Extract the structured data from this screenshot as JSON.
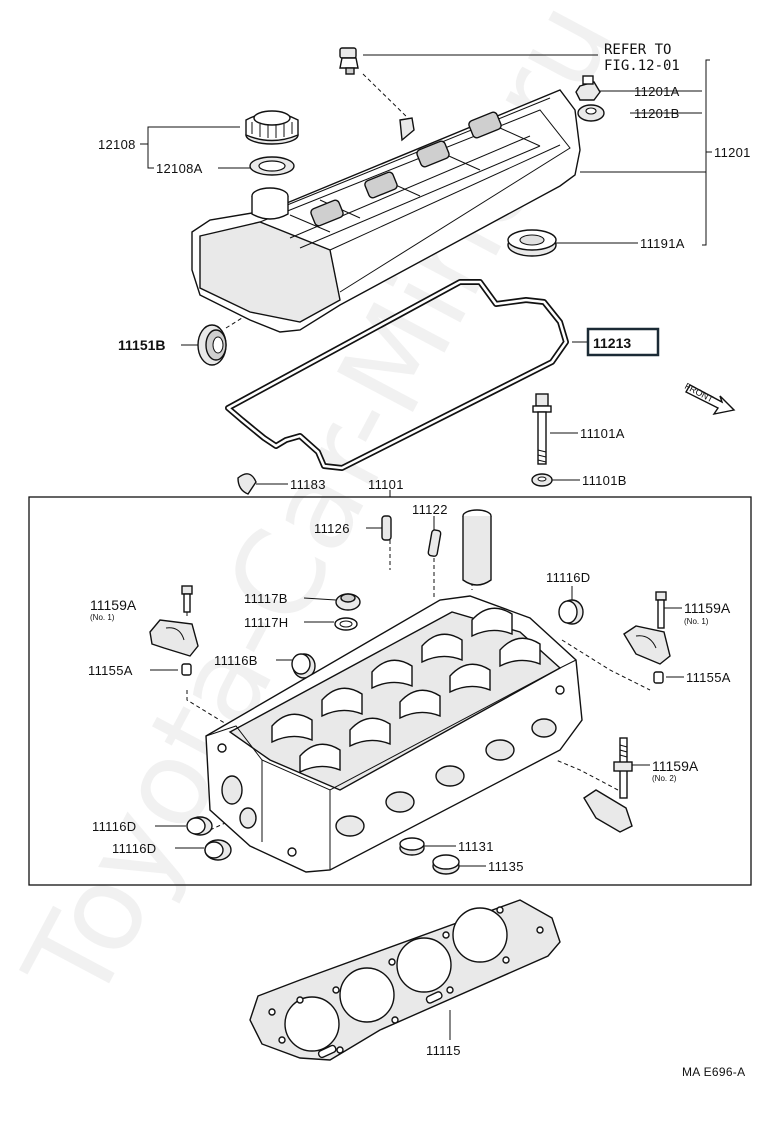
{
  "refer": {
    "line1": "REFER TO",
    "line2": "FIG.12-01"
  },
  "labels": {
    "p12108": "12108",
    "p12108A": "12108A",
    "p11201A": "11201A",
    "p11201B": "11201B",
    "p11201": "11201",
    "p11191A": "11191A",
    "p11151B": "11151B",
    "p11213": "11213",
    "front": "FRONT",
    "p11101A": "11101A",
    "p11101B": "11101B",
    "p11183": "11183",
    "p11101": "11101",
    "p11126": "11126",
    "p11122": "11122",
    "p11116D_top": "11116D",
    "p11159A_left": "11159A",
    "p11159A_left_no": "(No. 1)",
    "p11117B": "11117B",
    "p11117H": "11117H",
    "p11159A_right": "11159A",
    "p11159A_right_no": "(No. 1)",
    "p11155A_left": "11155A",
    "p11116B": "11116B",
    "p11155A_right": "11155A",
    "p11159A_no2": "11159A",
    "p11159A_no2_no": "(No. 2)",
    "p11116D_a": "11116D",
    "p11116D_b": "11116D",
    "p11131": "11131",
    "p11135": "11135",
    "p11115": "11115",
    "figure_code": "MA E696-A"
  },
  "watermark": "Toyota-Car-Mine.ru",
  "highlight": {
    "part": "11213",
    "border_color": "#1b2a35"
  }
}
